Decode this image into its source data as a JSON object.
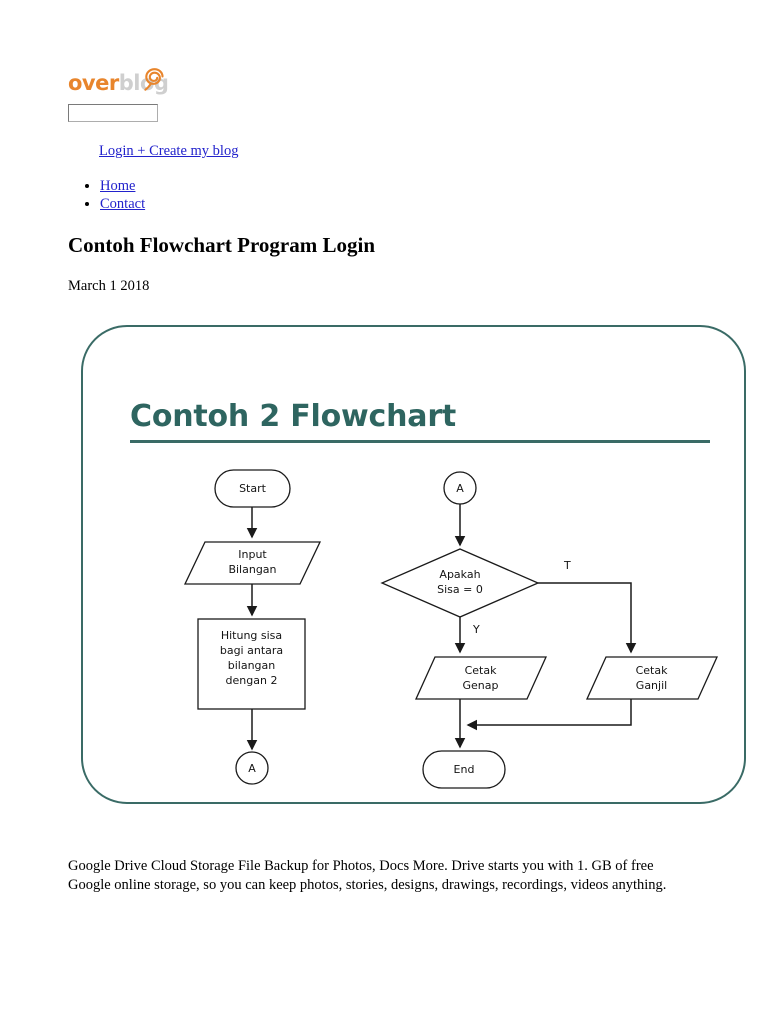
{
  "branding": {
    "logo_over": "over",
    "logo_blog": "blog",
    "logo_icon": "spiral-swirl-icon",
    "search_value": "",
    "search_placeholder": ""
  },
  "header": {
    "login_link": "Login + Create my blog",
    "nav": [
      {
        "label": "Home"
      },
      {
        "label": "Contact"
      }
    ]
  },
  "post": {
    "title": "Contoh Flowchart Program Login",
    "date": "March 1 2018",
    "body": "Google Drive Cloud Storage File Backup for Photos, Docs More. Drive starts you with 1. GB of free Google online storage, so you can keep photos, stories, designs, drawings, recordings, videos anything."
  },
  "figure": {
    "title": "Contoh 2 Flowchart",
    "border_color": "#3a6b66",
    "title_color": "#2e6560",
    "nodes": {
      "start": "Start",
      "input": "Input\nBilangan",
      "process": "Hitung sisa\nbagi antara\nbilangan\ndengan 2",
      "connector_a_bottom": "A",
      "connector_a_top": "A",
      "decision": "Apakah\nSisa = 0",
      "print_even": "Cetak\nGenap",
      "print_odd": "Cetak\nGanjil",
      "end": "End"
    },
    "branches": {
      "true_label": "T",
      "false_label": "Y"
    }
  }
}
